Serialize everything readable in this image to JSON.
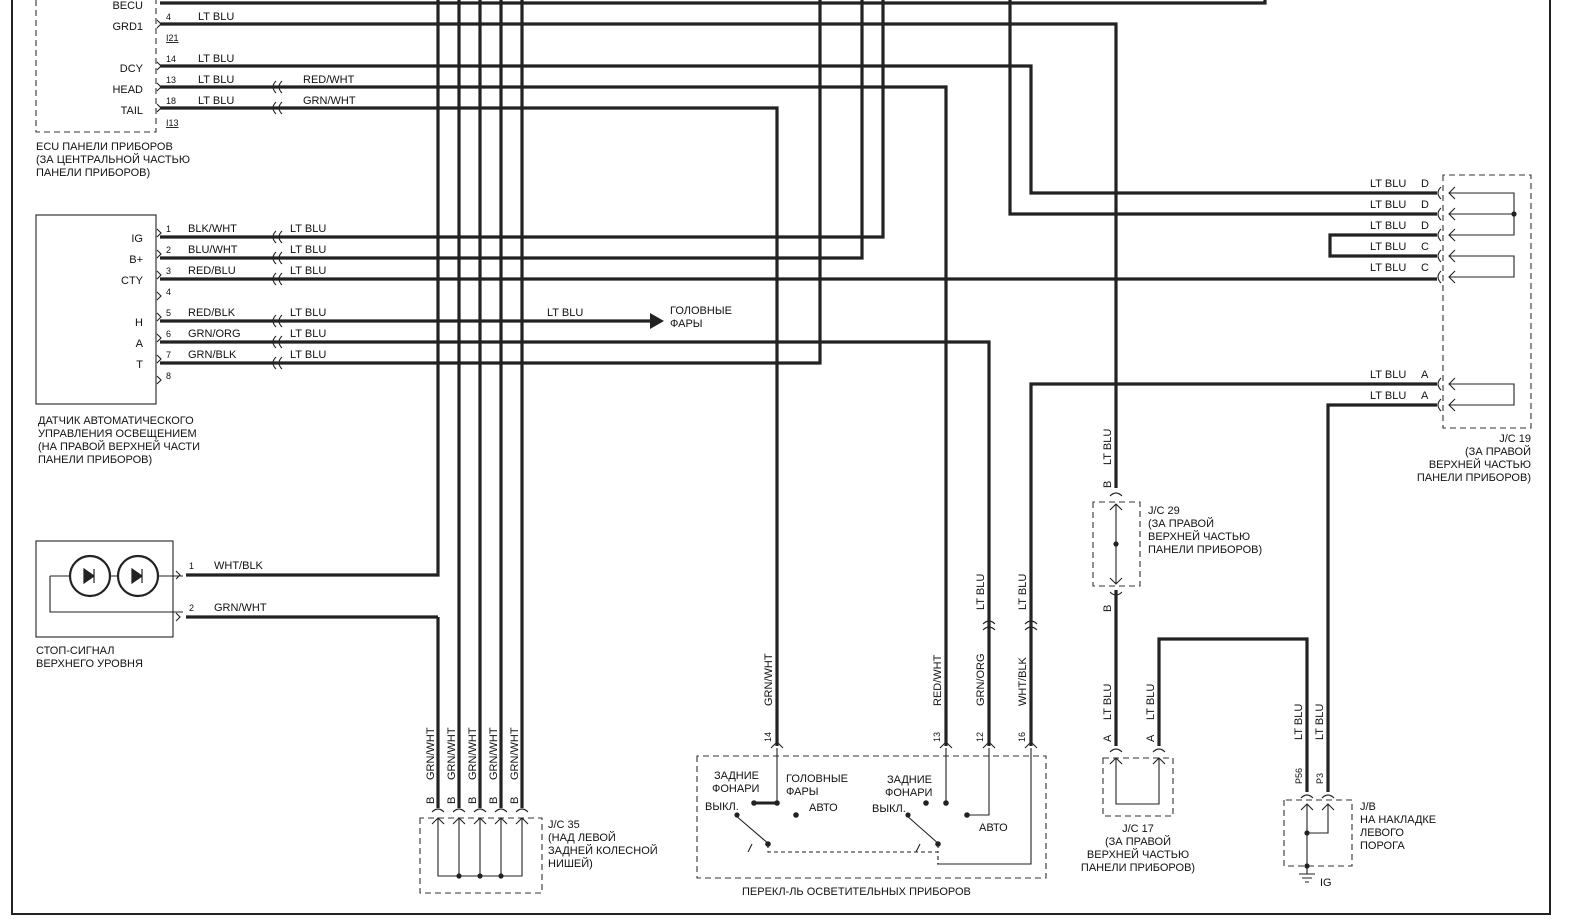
{
  "ecu": {
    "pins": [
      "BECU",
      "GRD1",
      "DCY",
      "HEAD",
      "TAIL"
    ],
    "pin_numbers": [
      "4",
      "14",
      "13",
      "18"
    ],
    "connector_refs": [
      "I21",
      "I13"
    ],
    "wire_labels": [
      "LT BLU",
      "LT BLU",
      "LT BLU",
      "LT BLU"
    ],
    "harness_labels": [
      "RED/WHT",
      "GRN/WHT"
    ],
    "caption": [
      "ECU ПАНЕЛИ ПРИБОРОВ",
      "(ЗА ЦЕНТРАЛЬНОЙ ЧАСТЬЮ",
      "ПАНЕЛИ ПРИБОРОВ)"
    ]
  },
  "sensor": {
    "pins": [
      "IG",
      "B+",
      "CTY",
      "H",
      "A",
      "T"
    ],
    "pin_numbers": [
      "1",
      "2",
      "3",
      "4",
      "5",
      "6",
      "7",
      "8"
    ],
    "wire_left": [
      "BLK/WHT",
      "BLU/WHT",
      "RED/BLU",
      "RED/BLK",
      "GRN/ORG",
      "GRN/BLK"
    ],
    "wire_right": [
      "LT BLU",
      "LT BLU",
      "LT BLU",
      "LT BLU",
      "LT BLU",
      "LT BLU"
    ],
    "headlight_wire": "LT BLU",
    "headlight_target": [
      "ГОЛОВНЫЕ",
      "ФАРЫ"
    ],
    "caption": [
      "ДАТЧИК АВТОМАТИЧЕСКОГО",
      "УПРАВЛЕНИЯ ОСВЕЩЕНИЕМ",
      "(НА ПРАВОЙ ВЕРХНЕЙ ЧАСТИ",
      "ПАНЕЛИ ПРИБОРОВ)"
    ]
  },
  "stop_lamp": {
    "pin_numbers": [
      "1",
      "2"
    ],
    "wires": [
      "WHT/BLK",
      "GRN/WHT"
    ],
    "caption": [
      "СТОП-СИГНАЛ",
      "ВЕРХНЕГО УРОВНЯ"
    ]
  },
  "jc35": {
    "wire_labels": [
      "GRN/WHT",
      "GRN/WHT",
      "GRN/WHT",
      "GRN/WHT",
      "GRN/WHT"
    ],
    "pins": [
      "B",
      "B",
      "B",
      "B",
      "B"
    ],
    "caption": [
      "J/C 35",
      "(НАД ЛЕВОЙ",
      "ЗАДНЕЙ КОЛЕСНОЙ",
      "НИШЕЙ)"
    ]
  },
  "light_switch": {
    "wire_labels": [
      "GRN/WHT",
      "RED/WHT",
      "GRN/ORG",
      "WHT/BLK"
    ],
    "pin_numbers": [
      "14",
      "13",
      "12",
      "16"
    ],
    "cable_labels": [
      "LT BLU",
      "LT BLU"
    ],
    "left_positions": [
      "ЗАДНИЕ",
      "ФОНАРИ",
      "ГОЛОВНЫЕ",
      "ФАРЫ",
      "ВЫКЛ.",
      "АВТО"
    ],
    "right_positions": [
      "ЗАДНИЕ",
      "ФОНАРИ",
      "ВЫКЛ.",
      "АВТО"
    ],
    "caption": "ПЕРЕКЛ-ЛЬ ОСВЕТИТЕЛЬНЫХ ПРИБОРОВ"
  },
  "jc19": {
    "wire_labels": [
      "LT BLU",
      "LT BLU",
      "LT BLU",
      "LT BLU",
      "LT BLU",
      "LT BLU",
      "LT BLU"
    ],
    "pins": [
      "D",
      "D",
      "D",
      "C",
      "C",
      "A",
      "A"
    ],
    "caption": [
      "J/C 19",
      "(ЗА ПРАВОЙ",
      "ВЕРХНЕЙ ЧАСТЬЮ",
      "ПАНЕЛИ ПРИБОРОВ)"
    ]
  },
  "jc29": {
    "wire_labels": [
      "LT BLU",
      "B",
      "B"
    ],
    "caption": [
      "J/C 29",
      "(ЗА ПРАВОЙ",
      "ВЕРХНЕЙ ЧАСТЬЮ",
      "ПАНЕЛИ ПРИБОРОВ)"
    ]
  },
  "jc17": {
    "wire_labels": [
      "LT BLU",
      "LT BLU"
    ],
    "pins": [
      "A",
      "A"
    ],
    "caption": [
      "J/C 17",
      "(ЗА ПРАВОЙ",
      "ВЕРХНЕЙ ЧАСТЬЮ",
      "ПАНЕЛИ ПРИБОРОВ)"
    ]
  },
  "jb": {
    "wire_labels": [
      "LT BLU",
      "LT BLU"
    ],
    "pins": [
      "P56",
      "P3"
    ],
    "ground": "IG",
    "caption": [
      "J/B",
      "НА НАКЛАДКЕ",
      "ЛЕВОГО",
      "ПОРОГА"
    ]
  }
}
